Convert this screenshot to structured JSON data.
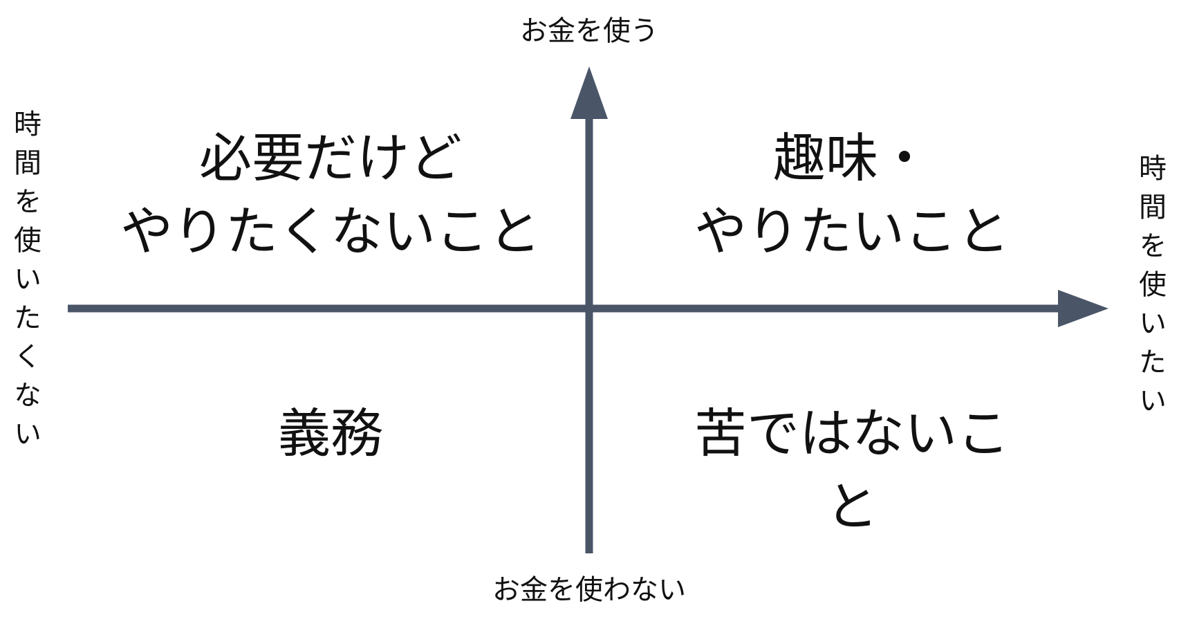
{
  "axes": {
    "top": "お金を使う",
    "bottom": "お金を使わない",
    "left": "時間を使いたくない",
    "right": "時間を使いたい"
  },
  "quadrants": {
    "top_left": "必要だけど\nやりたくないこと",
    "top_right": "趣味・\nやりたいこと",
    "bottom_left": "義務",
    "bottom_right": "苦ではないこと"
  },
  "colors": {
    "axis": "#4a5568",
    "text": "#111111",
    "background": "#ffffff"
  }
}
